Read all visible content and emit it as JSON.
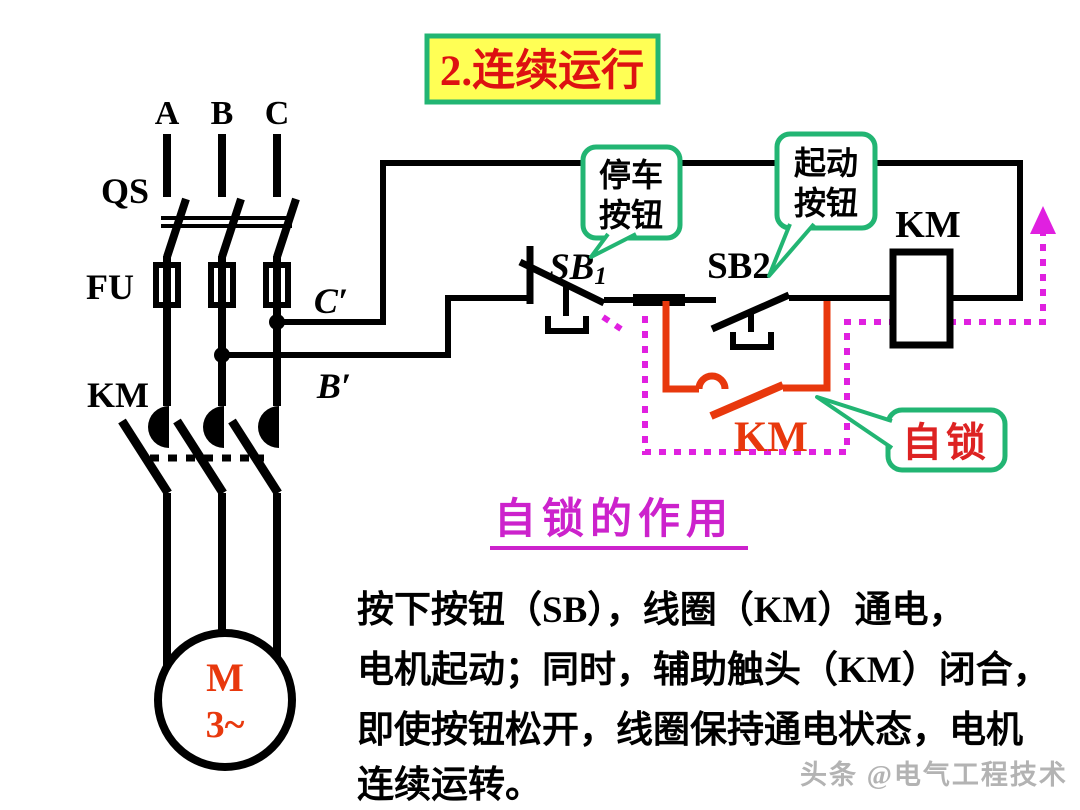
{
  "title": {
    "text": "2.连续运行"
  },
  "heading": {
    "text": "自锁的作用"
  },
  "body": {
    "lines": [
      "按下按钮（SB），线圈（KM）通电，",
      "电机起动；同时，辅助触头（KM）闭合，",
      "即使按钮松开，线圈保持通电状态，电机",
      "连续运转。"
    ]
  },
  "watermark": {
    "text": "头条 @电气工程技术"
  },
  "callouts": {
    "stop": {
      "line1": "停车",
      "line2": "按钮"
    },
    "start": {
      "line1": "起动",
      "line2": "按钮"
    },
    "selflock": {
      "text": "自锁"
    }
  },
  "labels": {
    "phase_a": "A",
    "phase_b": "B",
    "phase_c": "C",
    "qs": "QS",
    "fu": "FU",
    "km_main": "KM",
    "c_prime": "C′",
    "b_prime": "B′",
    "sb1_base": "SB",
    "sb1_sub": "1",
    "sb2": "SB2",
    "km_coil": "KM",
    "km_aux": "KM",
    "motor_m": "M",
    "motor_phase": "3~"
  },
  "colors": {
    "circuit": "#000000",
    "aux_branch": "#e8380d",
    "flow_dotted": "#e020e0",
    "callout_border": "#22b573",
    "title_text": "#dd1111",
    "title_bg": "#ffff55",
    "heading_text": "#cc22cc",
    "selflock_text": "#dd2222"
  }
}
